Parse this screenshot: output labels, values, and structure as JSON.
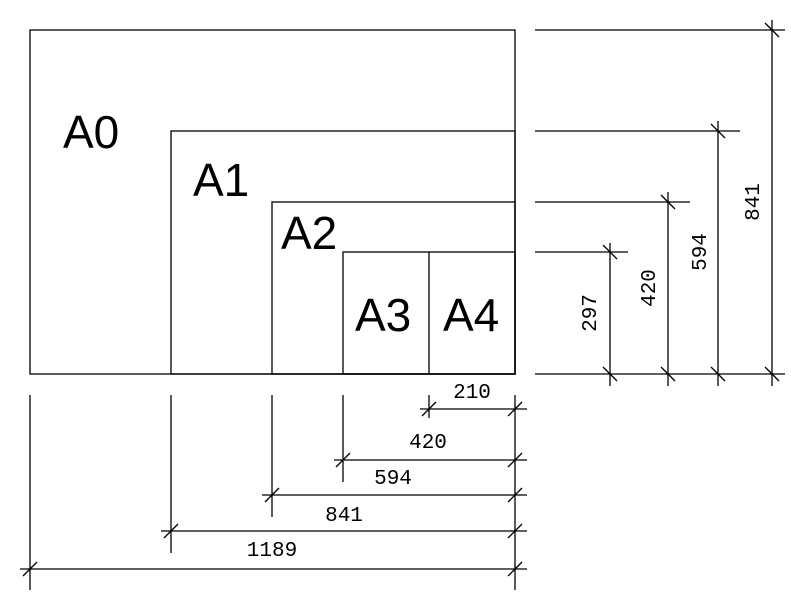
{
  "sheets": {
    "a0": "A0",
    "a1": "A1",
    "a2": "A2",
    "a3": "A3",
    "a4": "A4"
  },
  "bottom_dimensions": {
    "a4_width": "210",
    "a3_width": "420",
    "a2_width": "594",
    "a1_width": "841",
    "a0_width": "1189"
  },
  "right_dimensions": {
    "a4_height": "297",
    "a3_height": "420",
    "a2_height": "594",
    "a1_height": "841"
  },
  "colors": {
    "line": "#000000",
    "background": "#ffffff"
  }
}
